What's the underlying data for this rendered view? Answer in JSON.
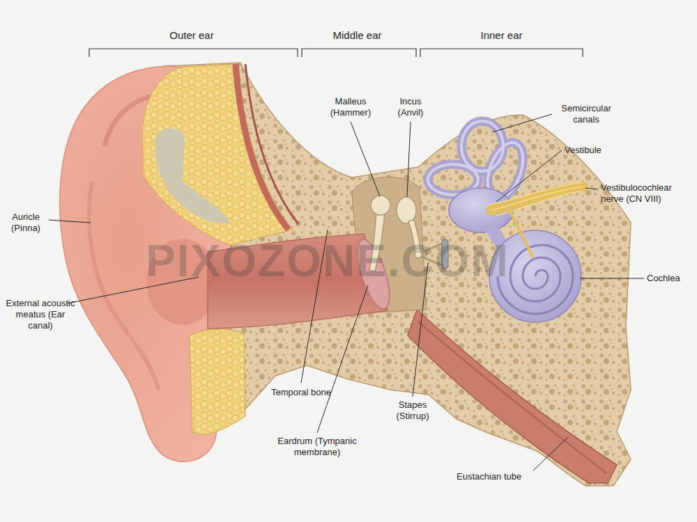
{
  "diagram": {
    "labels": [
      "Outer ear",
      "Middle ear",
      "Inner ear",
      "Malleus (Hammer)",
      "Incus (Anvil)",
      "Semicircular canals",
      "Vestibule",
      "Vestibulocochlear nerve (CN VIII)",
      "Auricle (Pinna)",
      "External acoustic meatus (Ear canal)",
      "Cochlea",
      "Temporal bone",
      "Stapes (Stirrup)",
      "Eardrum (Tympanic membrane)",
      "Eustachian tube",
      "PIXOZONE.COM"
    ]
  }
}
